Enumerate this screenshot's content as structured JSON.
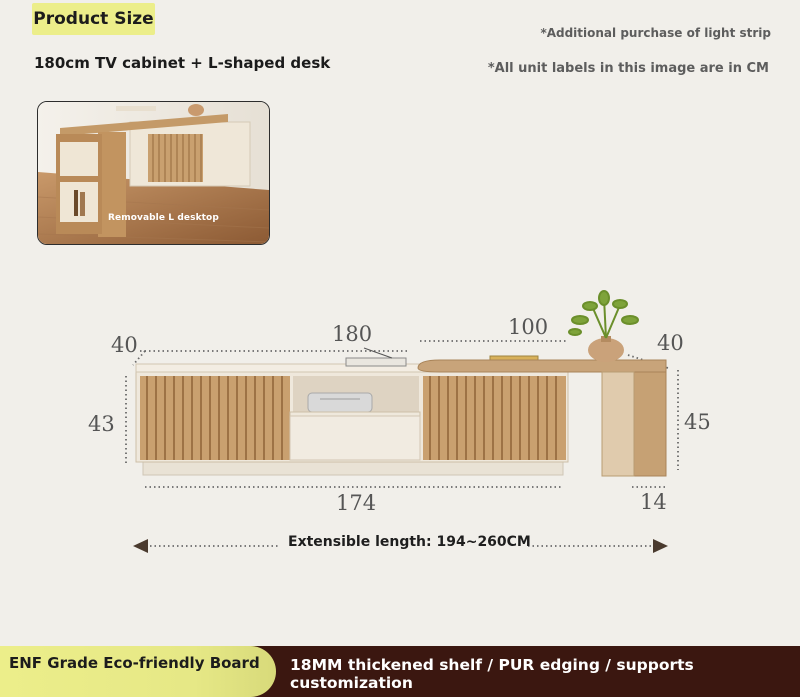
{
  "header": {
    "title": "Product Size",
    "subtitle": "180cm TV cabinet + L-shaped desk",
    "note_light_strip": "*Additional purchase of light strip",
    "note_units": "*All unit labels in this image are in CM"
  },
  "photo": {
    "caption": "Removable L desktop"
  },
  "dimensions": {
    "left_depth": "40",
    "top_length": "180",
    "desk_length": "100",
    "right_depth": "40",
    "left_height": "43",
    "right_height": "45",
    "bottom_length": "174",
    "desk_width": "14"
  },
  "extensible": {
    "label": "Extensible length: 194~260CM"
  },
  "footer": {
    "left": "ENF Grade Eco-friendly Board",
    "right": "18MM thickened shelf / PUR edging / supports customization"
  },
  "colors": {
    "badge": "#ecee8a",
    "footer_dark": "#3b1710",
    "wood": "#c9a67a",
    "cream": "#ece3d2"
  }
}
